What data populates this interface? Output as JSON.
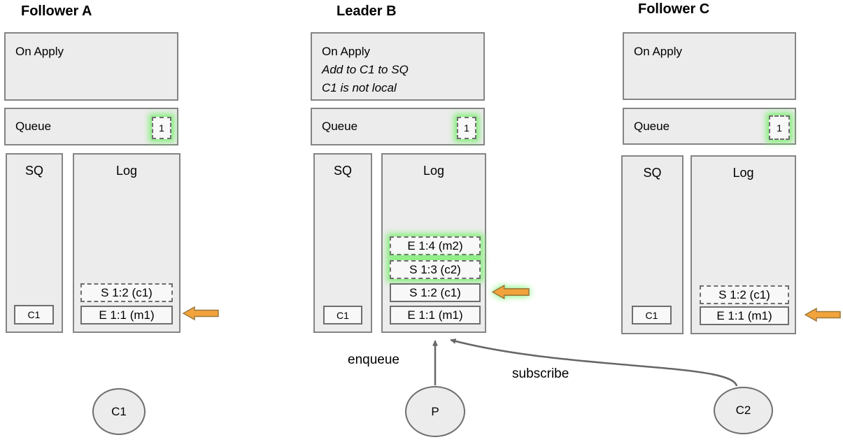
{
  "follower_a": {
    "title": "Follower A",
    "on_apply": "On Apply",
    "queue_label": "Queue",
    "queue_badge": "1",
    "sq_label": "SQ",
    "sq_entry": "C1",
    "log_label": "Log",
    "log_entries": [
      {
        "text": "S 1:2 (c1)",
        "style": "dashed"
      },
      {
        "text": "E 1:1 (m1)",
        "style": "solid"
      }
    ]
  },
  "leader_b": {
    "title": "Leader B",
    "on_apply": "On Apply",
    "on_apply_note1": "Add to C1 to SQ",
    "on_apply_note2": "C1 is not local",
    "queue_label": "Queue",
    "queue_badge": "1",
    "sq_label": "SQ",
    "sq_entry": "C1",
    "log_label": "Log",
    "log_entries": [
      {
        "text": "E 1:4 (m2)",
        "style": "dashed",
        "glow": true
      },
      {
        "text": "S 1:3 (c2)",
        "style": "dashed",
        "glow": true
      },
      {
        "text": "S 1:2 (c1)",
        "style": "solid"
      },
      {
        "text": "E 1:1 (m1)",
        "style": "solid"
      }
    ]
  },
  "follower_c": {
    "title": "Follower C",
    "on_apply": "On Apply",
    "queue_label": "Queue",
    "queue_badge": "1",
    "sq_label": "SQ",
    "sq_entry": "C1",
    "log_label": "Log",
    "log_entries": [
      {
        "text": "S 1:2 (c1)",
        "style": "dashed"
      },
      {
        "text": "E 1:1 (m1)",
        "style": "solid"
      }
    ]
  },
  "actors": {
    "c1": "C1",
    "p": "P",
    "c2": "C2"
  },
  "edges": {
    "enqueue": "enqueue",
    "subscribe": "subscribe"
  },
  "colors": {
    "box_fill": "#ececec",
    "box_border": "#848484",
    "entry_fill": "#f8f8f8",
    "entry_border": "#6e6e6e",
    "glow_green": "#70f064",
    "arrow_orange_fill": "#f2a33c",
    "arrow_orange_stroke": "#9c7a3c",
    "edge_gray": "#666666"
  }
}
